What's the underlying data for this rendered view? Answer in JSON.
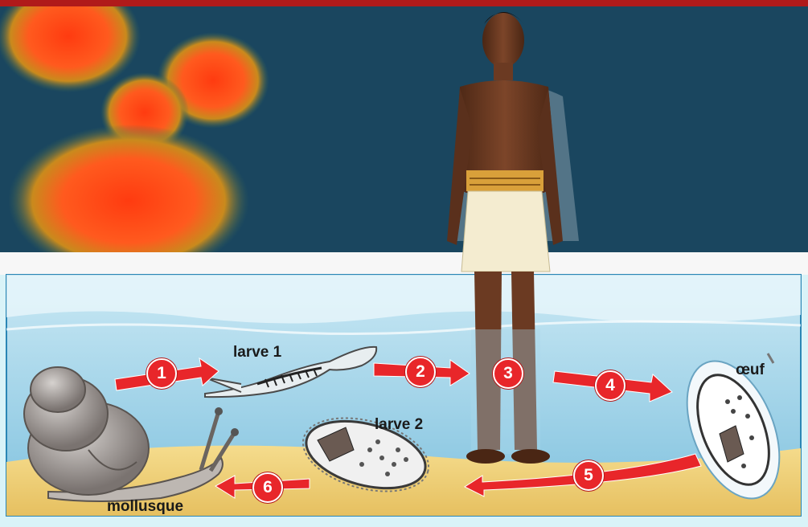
{
  "labels": {
    "larve1": "larve 1",
    "larve2": "larve 2",
    "oeuf": "œuf",
    "mollusque": "mollusque"
  },
  "steps": [
    "1",
    "2",
    "3",
    "4",
    "5",
    "6"
  ],
  "colors": {
    "arrow": "#e8262a",
    "water": "#a8d6ea",
    "sand": "#efd27a",
    "skin": "#6b3a22",
    "loincloth": "#f4ecd0",
    "belt": "#d9a03a",
    "hot": "#ff5a1e"
  }
}
